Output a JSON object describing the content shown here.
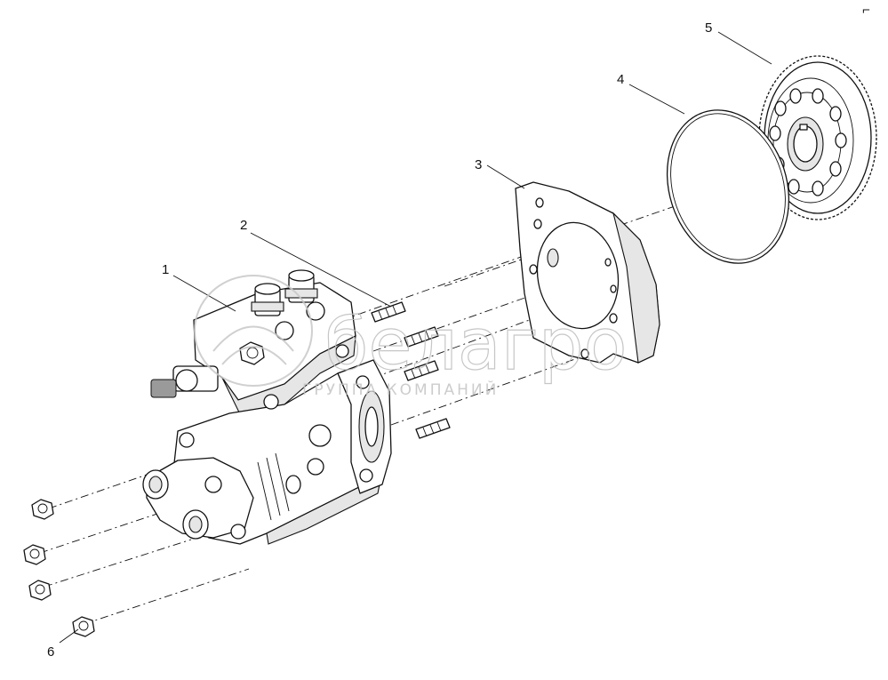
{
  "watermark": {
    "brand": "белагро",
    "tagline": "ГРУППА КОМПАНИЙ"
  },
  "corner_mark": "⌐",
  "callouts": [
    {
      "id": "1",
      "label": "1"
    },
    {
      "id": "2",
      "label": "2"
    },
    {
      "id": "3",
      "label": "3"
    },
    {
      "id": "4",
      "label": "4"
    },
    {
      "id": "5",
      "label": "5"
    },
    {
      "id": "6",
      "label": "6"
    }
  ],
  "parts": {
    "fuel_pump": "fuel-injection-pump",
    "studs": "stud",
    "flange": "mounting-flange",
    "o_ring": "o-ring",
    "gear": "drive-gear",
    "nuts": "nut"
  }
}
